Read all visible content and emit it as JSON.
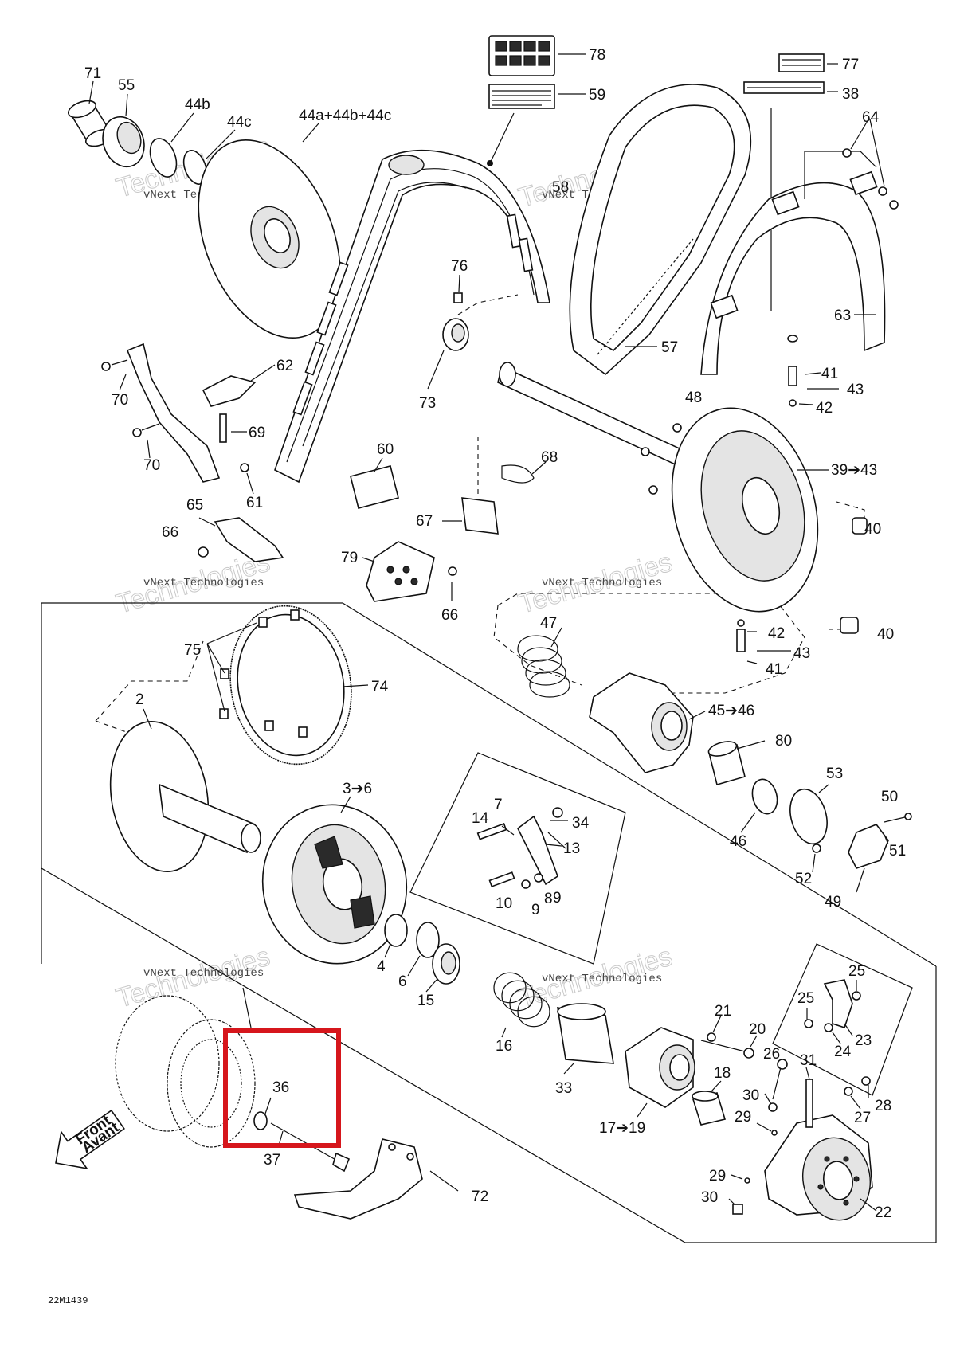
{
  "diagram_code": "22M1439",
  "front_arrow": {
    "line1": "Front",
    "line2": "Avant"
  },
  "watermark": {
    "company": "vNext Technologies",
    "outline": "Technologies"
  },
  "callouts": [
    {
      "id": "71",
      "text": "71"
    },
    {
      "id": "55",
      "text": "55"
    },
    {
      "id": "44b",
      "text": "44b"
    },
    {
      "id": "44c",
      "text": "44c"
    },
    {
      "id": "44abc",
      "text": "44a+44b+44c"
    },
    {
      "id": "78",
      "text": "78"
    },
    {
      "id": "59",
      "text": "59"
    },
    {
      "id": "77",
      "text": "77"
    },
    {
      "id": "38",
      "text": "38"
    },
    {
      "id": "64",
      "text": "64"
    },
    {
      "id": "58",
      "text": "58"
    },
    {
      "id": "76",
      "text": "76"
    },
    {
      "id": "63",
      "text": "63"
    },
    {
      "id": "57",
      "text": "57"
    },
    {
      "id": "62",
      "text": "62"
    },
    {
      "id": "70a",
      "text": "70"
    },
    {
      "id": "69",
      "text": "69"
    },
    {
      "id": "73",
      "text": "73"
    },
    {
      "id": "41a",
      "text": "41"
    },
    {
      "id": "43a",
      "text": "43"
    },
    {
      "id": "48",
      "text": "48"
    },
    {
      "id": "42a",
      "text": "42"
    },
    {
      "id": "70b",
      "text": "70"
    },
    {
      "id": "60",
      "text": "60"
    },
    {
      "id": "61",
      "text": "61"
    },
    {
      "id": "68",
      "text": "68"
    },
    {
      "id": "3943",
      "text": "39➔43"
    },
    {
      "id": "65",
      "text": "65"
    },
    {
      "id": "67",
      "text": "67"
    },
    {
      "id": "40a",
      "text": "40"
    },
    {
      "id": "66a",
      "text": "66"
    },
    {
      "id": "79",
      "text": "79"
    },
    {
      "id": "66b",
      "text": "66"
    },
    {
      "id": "47",
      "text": "47"
    },
    {
      "id": "42b",
      "text": "42"
    },
    {
      "id": "40b",
      "text": "40"
    },
    {
      "id": "75",
      "text": "75"
    },
    {
      "id": "43b",
      "text": "43"
    },
    {
      "id": "41b",
      "text": "41"
    },
    {
      "id": "74",
      "text": "74"
    },
    {
      "id": "2",
      "text": "2"
    },
    {
      "id": "4546",
      "text": "45➔46"
    },
    {
      "id": "80",
      "text": "80"
    },
    {
      "id": "36_",
      "text": "3➔6"
    },
    {
      "id": "53",
      "text": "53"
    },
    {
      "id": "7",
      "text": "7"
    },
    {
      "id": "50",
      "text": "50"
    },
    {
      "id": "14",
      "text": "14"
    },
    {
      "id": "34",
      "text": "34"
    },
    {
      "id": "13",
      "text": "13"
    },
    {
      "id": "46",
      "text": "46"
    },
    {
      "id": "51",
      "text": "51"
    },
    {
      "id": "52",
      "text": "52"
    },
    {
      "id": "10",
      "text": "10"
    },
    {
      "id": "9a",
      "text": "9"
    },
    {
      "id": "8",
      "text": "8"
    },
    {
      "id": "9b",
      "text": "9"
    },
    {
      "id": "49",
      "text": "49"
    },
    {
      "id": "4",
      "text": "4"
    },
    {
      "id": "6",
      "text": "6"
    },
    {
      "id": "15",
      "text": "15"
    },
    {
      "id": "25a",
      "text": "25"
    },
    {
      "id": "25b",
      "text": "25"
    },
    {
      "id": "21",
      "text": "21"
    },
    {
      "id": "20",
      "text": "20"
    },
    {
      "id": "16",
      "text": "16"
    },
    {
      "id": "23",
      "text": "23"
    },
    {
      "id": "24",
      "text": "24"
    },
    {
      "id": "26",
      "text": "26"
    },
    {
      "id": "31",
      "text": "31"
    },
    {
      "id": "18",
      "text": "18"
    },
    {
      "id": "33",
      "text": "33"
    },
    {
      "id": "36",
      "text": "36"
    },
    {
      "id": "30a",
      "text": "30"
    },
    {
      "id": "28",
      "text": "28"
    },
    {
      "id": "29a",
      "text": "29"
    },
    {
      "id": "27",
      "text": "27"
    },
    {
      "id": "1719",
      "text": "17➔19"
    },
    {
      "id": "37",
      "text": "37"
    },
    {
      "id": "29b",
      "text": "29"
    },
    {
      "id": "72",
      "text": "72"
    },
    {
      "id": "30b",
      "text": "30"
    },
    {
      "id": "22",
      "text": "22"
    }
  ]
}
